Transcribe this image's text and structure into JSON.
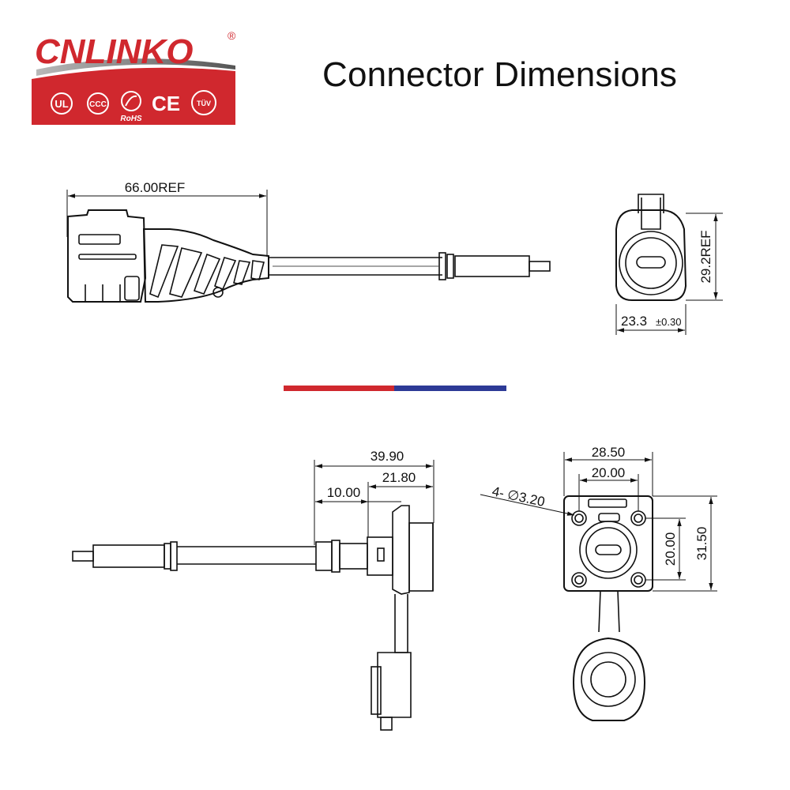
{
  "brand": {
    "name": "CNLINKO",
    "registered": "®",
    "certifications": [
      "UL",
      "CCC",
      "RoHS",
      "CE",
      "TÜV"
    ]
  },
  "title": "Connector Dimensions",
  "colors": {
    "brand_red": "#d0282e",
    "accent_blue": "#2d3a96"
  },
  "plug_side": {
    "length": "66.00REF"
  },
  "plug_front": {
    "height": "29.2REF",
    "width": "23.3",
    "tolerance": "±0.30"
  },
  "socket_side": {
    "overall": "39.90",
    "flange_offset": "10.00",
    "front_depth": "21.80"
  },
  "socket_front": {
    "outer_width": "28.50",
    "hole_spacing_x": "20.00",
    "hole_spacing_y": "20.00",
    "outer_height": "31.50",
    "holes": "4- ∅3.20"
  }
}
